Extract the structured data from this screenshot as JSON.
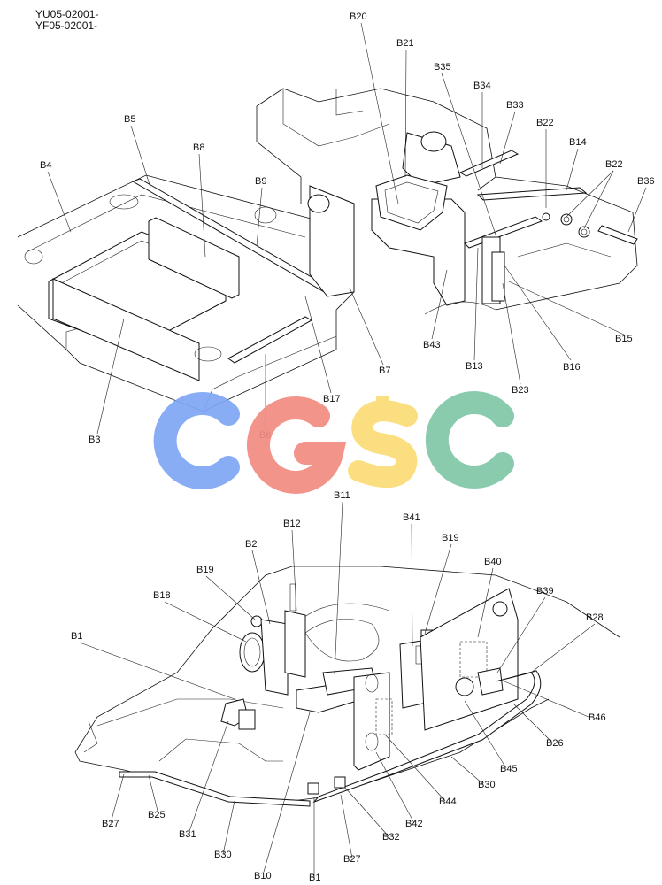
{
  "header": {
    "serial_1": "YU05-02001-",
    "serial_2": "YF05-02001-"
  },
  "watermark": {
    "letters": [
      "C",
      "G",
      "S",
      "C"
    ],
    "colors": [
      "#7ea7f5",
      "#f28b82",
      "#fbdc75",
      "#7fc7a5"
    ]
  },
  "upper_callouts": {
    "B20": "B20",
    "B21": "B21",
    "B35": "B35",
    "B34": "B34",
    "B33": "B33",
    "B22a": "B22",
    "B14": "B14",
    "B22b": "B22",
    "B36": "B36",
    "B5": "B5",
    "B8": "B8",
    "B4": "B4",
    "B9": "B9",
    "B43": "B43",
    "B13": "B13",
    "B15": "B15",
    "B16": "B16",
    "B23": "B23",
    "B7": "B7",
    "B17": "B17",
    "B6": "B6",
    "B3": "B3"
  },
  "lower_callouts": {
    "B11": "B11",
    "B12": "B12",
    "B2": "B2",
    "B41": "B41",
    "B19a": "B19",
    "B40": "B40",
    "B19b": "B19",
    "B18": "B18",
    "B39": "B39",
    "B28": "B28",
    "B1a": "B1",
    "B46": "B46",
    "B26": "B26",
    "B45": "B45",
    "B30a": "B30",
    "B44": "B44",
    "B42": "B42",
    "B27a": "B27",
    "B25": "B25",
    "B31": "B31",
    "B32": "B32",
    "B30b": "B30",
    "B27b": "B27",
    "B10": "B10",
    "B1b": "B1"
  }
}
